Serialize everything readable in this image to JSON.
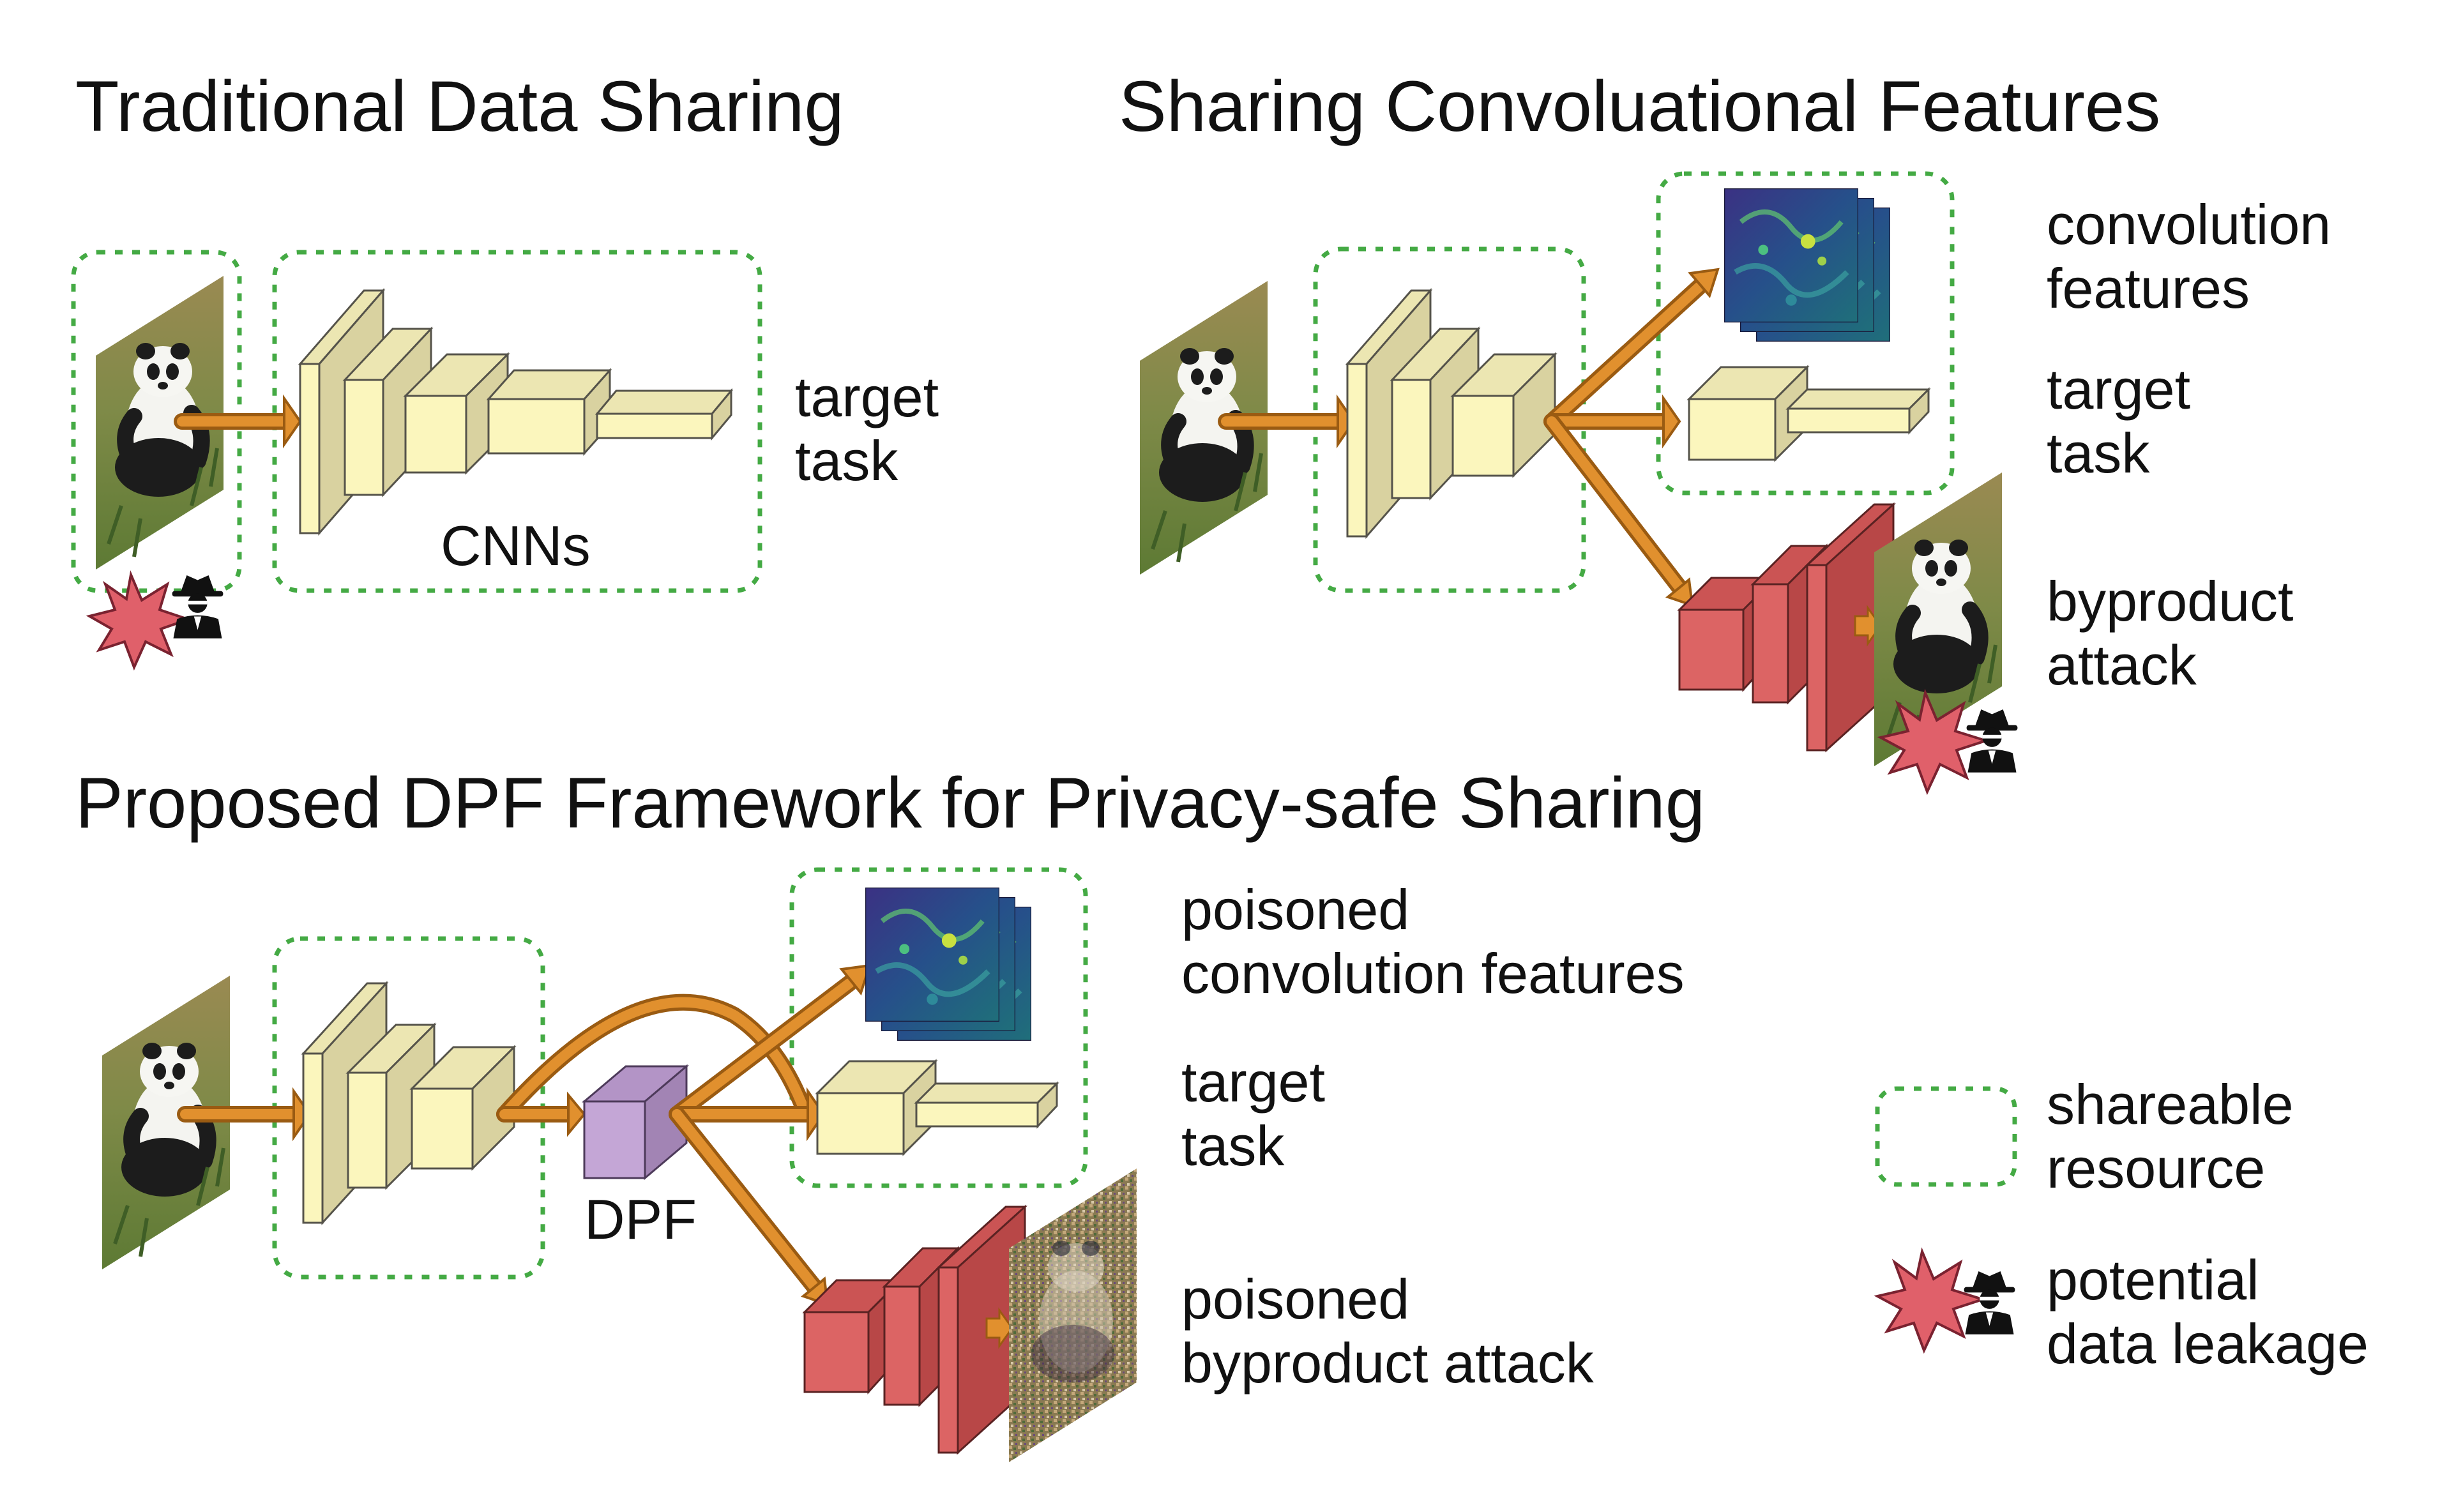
{
  "titles": {
    "traditional": "Traditional Data Sharing",
    "sharing_features": "Sharing Convoluational Features",
    "proposed": "Proposed DPF Framework for Privacy-safe Sharing"
  },
  "traditional": {
    "target_task": [
      "target",
      "task"
    ],
    "cnns": "CNNs"
  },
  "sharing": {
    "conv_features": [
      "convolution",
      "features"
    ],
    "target_task": [
      "target",
      "task"
    ],
    "byproduct_attack": [
      "byproduct",
      "attack"
    ]
  },
  "proposed": {
    "dpf": "DPF",
    "poisoned_features": [
      "poisoned",
      "convolution features"
    ],
    "target_task": [
      "target",
      "task"
    ],
    "poisoned_attack": [
      "poisoned",
      "byproduct attack"
    ]
  },
  "legend": {
    "shareable": [
      "shareable",
      "resource"
    ],
    "leakage": [
      "potential",
      "data leakage"
    ]
  },
  "colors": {
    "arrow": "#e1902e",
    "shareable_border": "#44aa44",
    "cnn_block": "#fbf6bd",
    "attack_block": "#dc6464",
    "dpf_block": "#c4a6d6",
    "leak_star": "#e0606a"
  },
  "icons": {
    "photo": "panda-photo",
    "features": "feature-map-stack",
    "leak": "explosion-star-icon",
    "spy": "spy-icon"
  }
}
